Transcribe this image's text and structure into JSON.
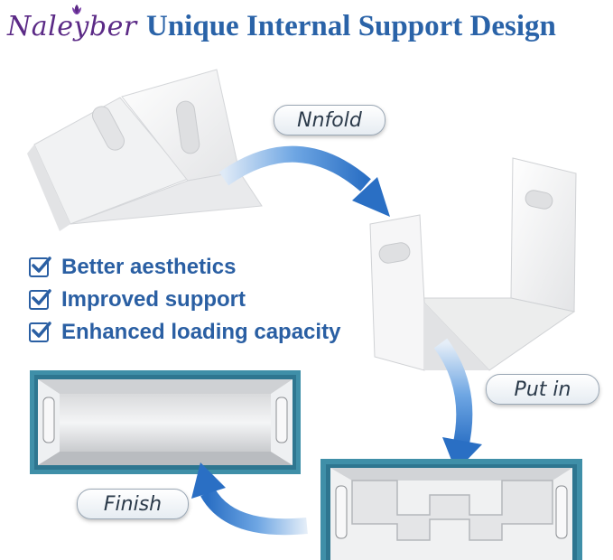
{
  "brand": {
    "name": "Naleyber",
    "color": "#5b2a86"
  },
  "title": {
    "text": "Unique Internal Support Design",
    "color": "#2a63a8"
  },
  "steps": {
    "unfold_label": "Nnfold",
    "put_in_label": "Put in",
    "finish_label": "Finish"
  },
  "features": {
    "items": [
      {
        "label": "Better aesthetics",
        "icon": "check-box-icon"
      },
      {
        "label": "Improved support",
        "icon": "check-box-icon"
      },
      {
        "label": "Enhanced loading capacity",
        "icon": "check-box-icon"
      }
    ],
    "color": "#2a5fa3"
  },
  "arrow_color": "#3b7fd0",
  "box_color": "#3f8fa8"
}
